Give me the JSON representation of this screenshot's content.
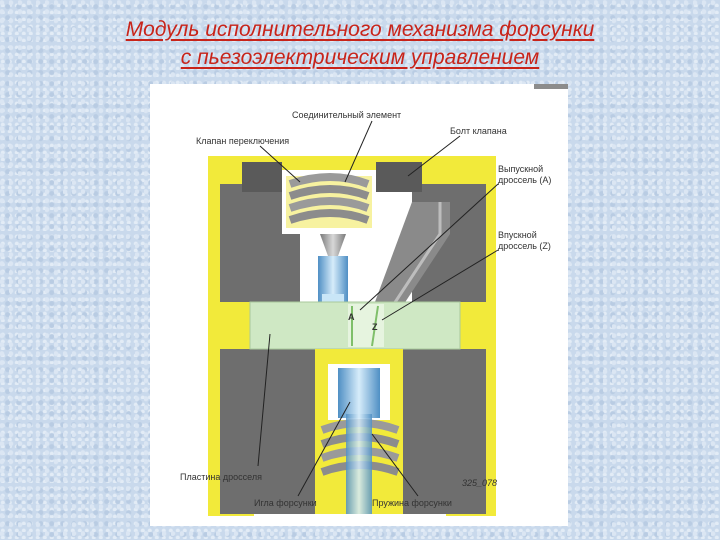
{
  "title": {
    "line1": "Модуль исполнительного механизма форсунки",
    "line2": "с пьезоэлектрическим управлением"
  },
  "labels": {
    "connector": "Соединительный элемент",
    "switch_valve": "Клапан переключения",
    "valve_bolt": "Болт клапана",
    "outlet_throttle": "Выпускной дроссель (A)",
    "inlet_throttle": "Впускной дроссель (Z)",
    "mark_a": "A",
    "mark_z": "Z",
    "throttle_plate": "Пластина дросселя",
    "figure_code": "325_078",
    "nozzle_needle": "Игла форсунки",
    "nozzle_spring": "Пружина форсунки"
  },
  "colors": {
    "title": "#c8241a",
    "housing": "#6e6e6e",
    "yellow": "#f2ea3a",
    "plate": "#cfe8c4",
    "spring": "#9a9a9a",
    "blue": "#8fc4e8"
  }
}
